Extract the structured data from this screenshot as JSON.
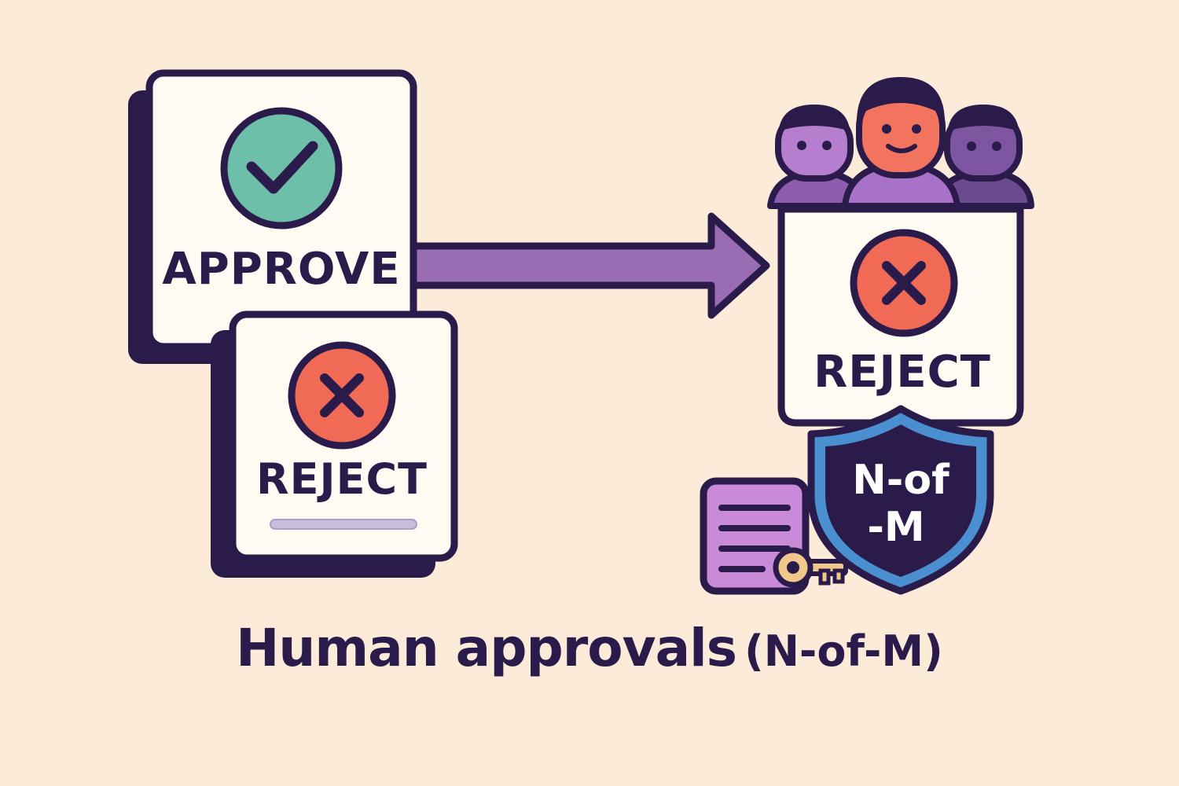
{
  "diagram": {
    "approve_card": {
      "label": "APPROVE",
      "icon": "check-icon"
    },
    "reject_card_small": {
      "label": "REJECT",
      "icon": "x-icon"
    },
    "reject_card_result": {
      "label": "REJECT",
      "icon": "x-icon"
    },
    "shield": {
      "line1": "N-of",
      "line2": "-M"
    },
    "caption": {
      "main": "Human approvals",
      "paren": "(N-of-M)"
    },
    "colors": {
      "background": "#FCEBD9",
      "outline": "#2A1B4A",
      "card": "#FFFBF3",
      "approve_green": "#6EBFAA",
      "reject_red": "#F06A55",
      "arrow_purple": "#9A6CB4",
      "shield_blue": "#4A8FCF",
      "document_purple": "#C98AD8",
      "key_gold": "#F1C88C"
    }
  }
}
